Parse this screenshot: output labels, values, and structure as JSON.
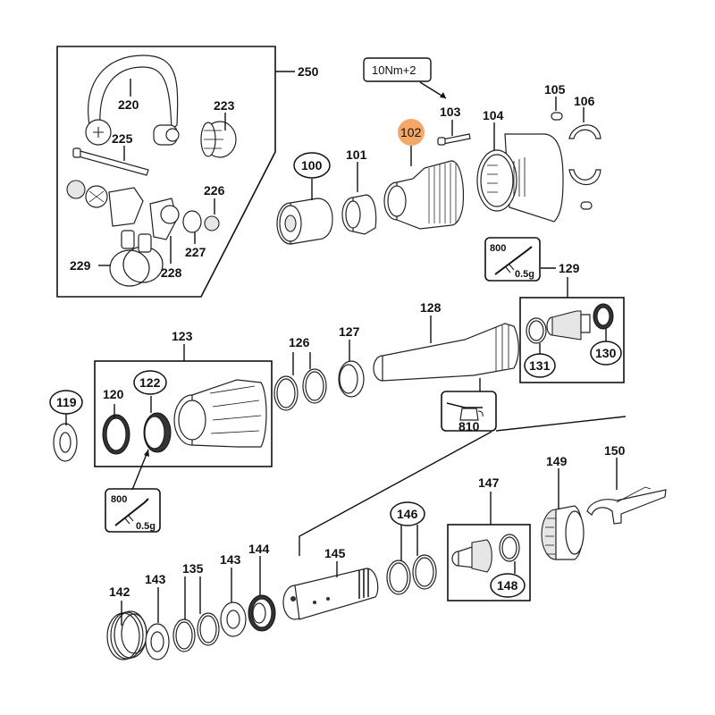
{
  "diagram": {
    "title": "Exploded parts diagram — rotary hammer front assembly",
    "highlighted_part": "102",
    "highlight_color": "#f4a766",
    "torque_note": "10Nm+2",
    "grease_callouts": [
      {
        "code": "800",
        "amount": "0.5g",
        "icon": "grease-gun-icon",
        "target": "129"
      },
      {
        "code": "800",
        "amount": "0.5g",
        "icon": "grease-gun-icon",
        "target": "122"
      }
    ],
    "oil_callout": {
      "code": "810",
      "icon": "oil-can-icon",
      "target": "128"
    },
    "groups": {
      "handle_kit": {
        "number": "250",
        "parts": [
          "220",
          "223",
          "225",
          "226",
          "227",
          "228",
          "229"
        ]
      },
      "kit_129": {
        "number": "129",
        "parts": [
          "130",
          "131"
        ]
      },
      "kit_123": {
        "number": "123",
        "parts": [
          "120",
          "122"
        ]
      },
      "kit_147": {
        "number": "147",
        "parts": [
          "148"
        ]
      }
    },
    "labels": {
      "p250": "250",
      "p220": "220",
      "p223": "223",
      "p225": "225",
      "p226": "226",
      "p227": "227",
      "p228": "228",
      "p229": "229",
      "p100": "100",
      "p101": "101",
      "p102": "102",
      "p103": "103",
      "p104": "104",
      "p105": "105",
      "p106": "106",
      "p129": "129",
      "p130": "130",
      "p131": "131",
      "p123": "123",
      "p119": "119",
      "p120": "120",
      "p122": "122",
      "p126": "126",
      "p127": "127",
      "p128": "128",
      "p142": "142",
      "p143a": "143",
      "p135": "135",
      "p143b": "143",
      "p144": "144",
      "p145": "145",
      "p146": "146",
      "p147": "147",
      "p148": "148",
      "p149": "149",
      "p150": "150"
    },
    "circled_parts": [
      "100",
      "102",
      "119",
      "122",
      "130",
      "131",
      "146",
      "148"
    ]
  }
}
